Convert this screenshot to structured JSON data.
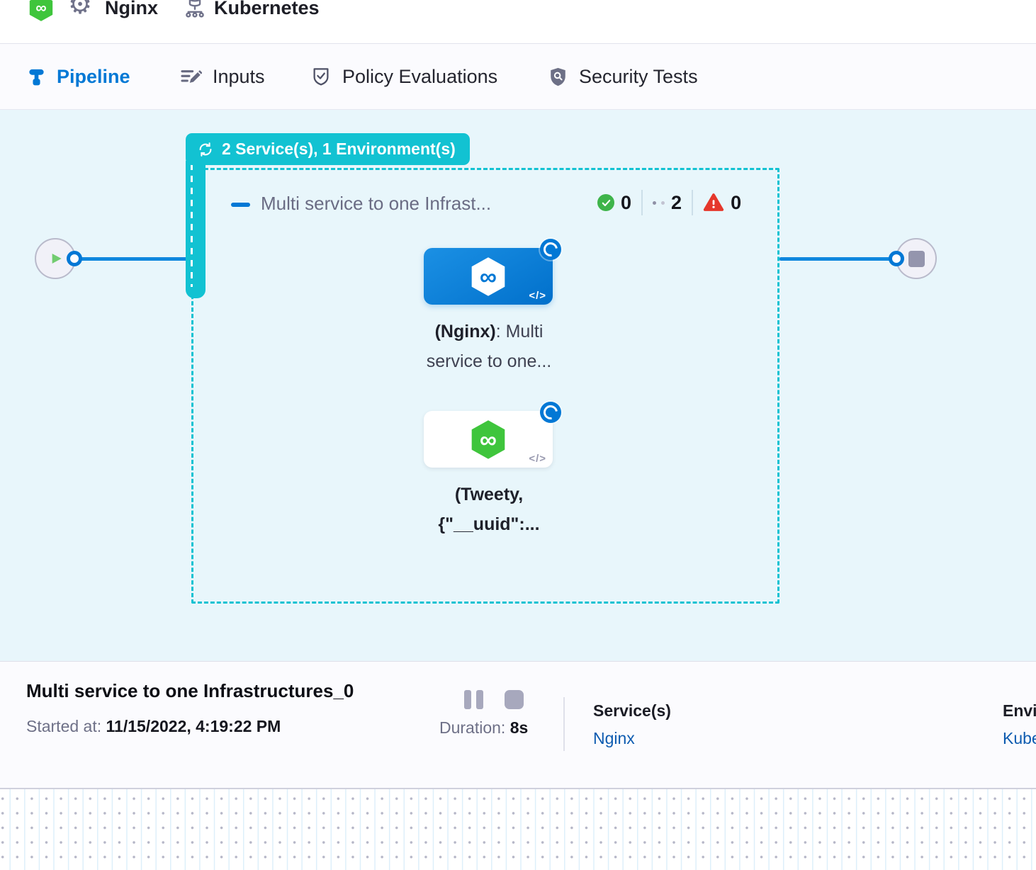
{
  "header": {
    "service_name": "Nginx",
    "environment_name": "Kubernetes"
  },
  "tabs": {
    "pipeline": "Pipeline",
    "inputs": "Inputs",
    "policy": "Policy Evaluations",
    "security": "Security Tests"
  },
  "pipeline_canvas": {
    "stage_badge": "2 Service(s), 1 Environment(s)",
    "stage_name": "Multi service to one Infrast...",
    "counts": {
      "success": "0",
      "running": "2",
      "failed": "0"
    },
    "nodes": {
      "nginx": {
        "title_bold": "(Nginx)",
        "title_rest": ": Multi",
        "title_line2": "service to one...",
        "code_icon": "</>"
      },
      "tweety": {
        "title_bold": "(Tweety,",
        "title_line2": "{\"__uuid\":...",
        "code_icon": "</>"
      }
    }
  },
  "footer": {
    "title": "Multi service to one Infrastructures_0",
    "started_label": "Started at:",
    "started_value": " 11/15/2022, 4:19:22 PM",
    "duration_label": "Duration:",
    "duration_value": " 8s",
    "services_label": "Service(s)",
    "services_value": "Nginx",
    "environment_label": "Environment(s)",
    "environment_value": "Kubernetes"
  },
  "colors": {
    "teal": "#12c2d2",
    "primary_blue": "#0278d5",
    "canvas_bg": "#e8f6fb",
    "success_green": "#3eb44a",
    "error_red": "#e5372b",
    "link_blue": "#0d5bb0",
    "node_green": "#3fc53c"
  }
}
